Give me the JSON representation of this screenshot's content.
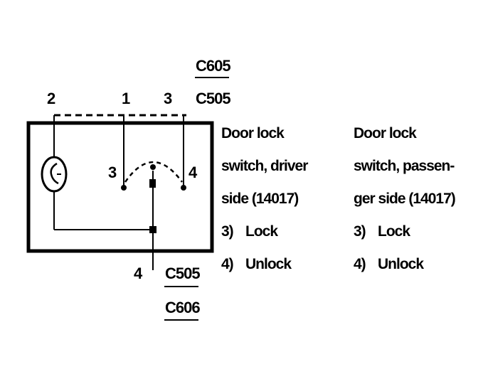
{
  "connectors": {
    "top": {
      "upper": "C605",
      "lower": "C505"
    },
    "bottom": {
      "upper": "C505",
      "lower": "C606"
    }
  },
  "pins": {
    "top_left": "2",
    "top_mid": "1",
    "top_right": "3",
    "inner_left": "3",
    "inner_right": "4",
    "bottom": "4"
  },
  "driver_switch": {
    "lines": [
      "Door lock",
      "switch, driver",
      "side (14017)"
    ],
    "items": [
      {
        "num": "3)",
        "label": "Lock"
      },
      {
        "num": "4)",
        "label": "Unlock"
      }
    ]
  },
  "passenger_switch": {
    "lines": [
      "Door lock",
      "switch, passen-",
      "ger side (14017)"
    ],
    "items": [
      {
        "num": "3)",
        "label": "Lock"
      },
      {
        "num": "4)",
        "label": "Unlock"
      }
    ]
  }
}
